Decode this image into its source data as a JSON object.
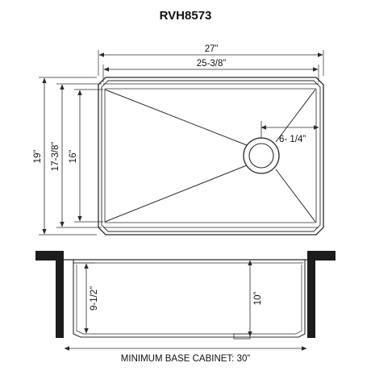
{
  "title": "RVH8573",
  "dimensions": {
    "outer_width": "27”",
    "inner_width": "25-3/8”",
    "outer_depth": "19”",
    "inner_depth": "17-3/8”",
    "bowl_depth": "16”",
    "drain_offset": "6- 1/4”",
    "front_height": "9-1/2”",
    "rear_height": "10”"
  },
  "caption": "MINIMUM BASE CABINET: 30”",
  "colors": {
    "line": "#2b2b2b",
    "text": "#111111"
  }
}
